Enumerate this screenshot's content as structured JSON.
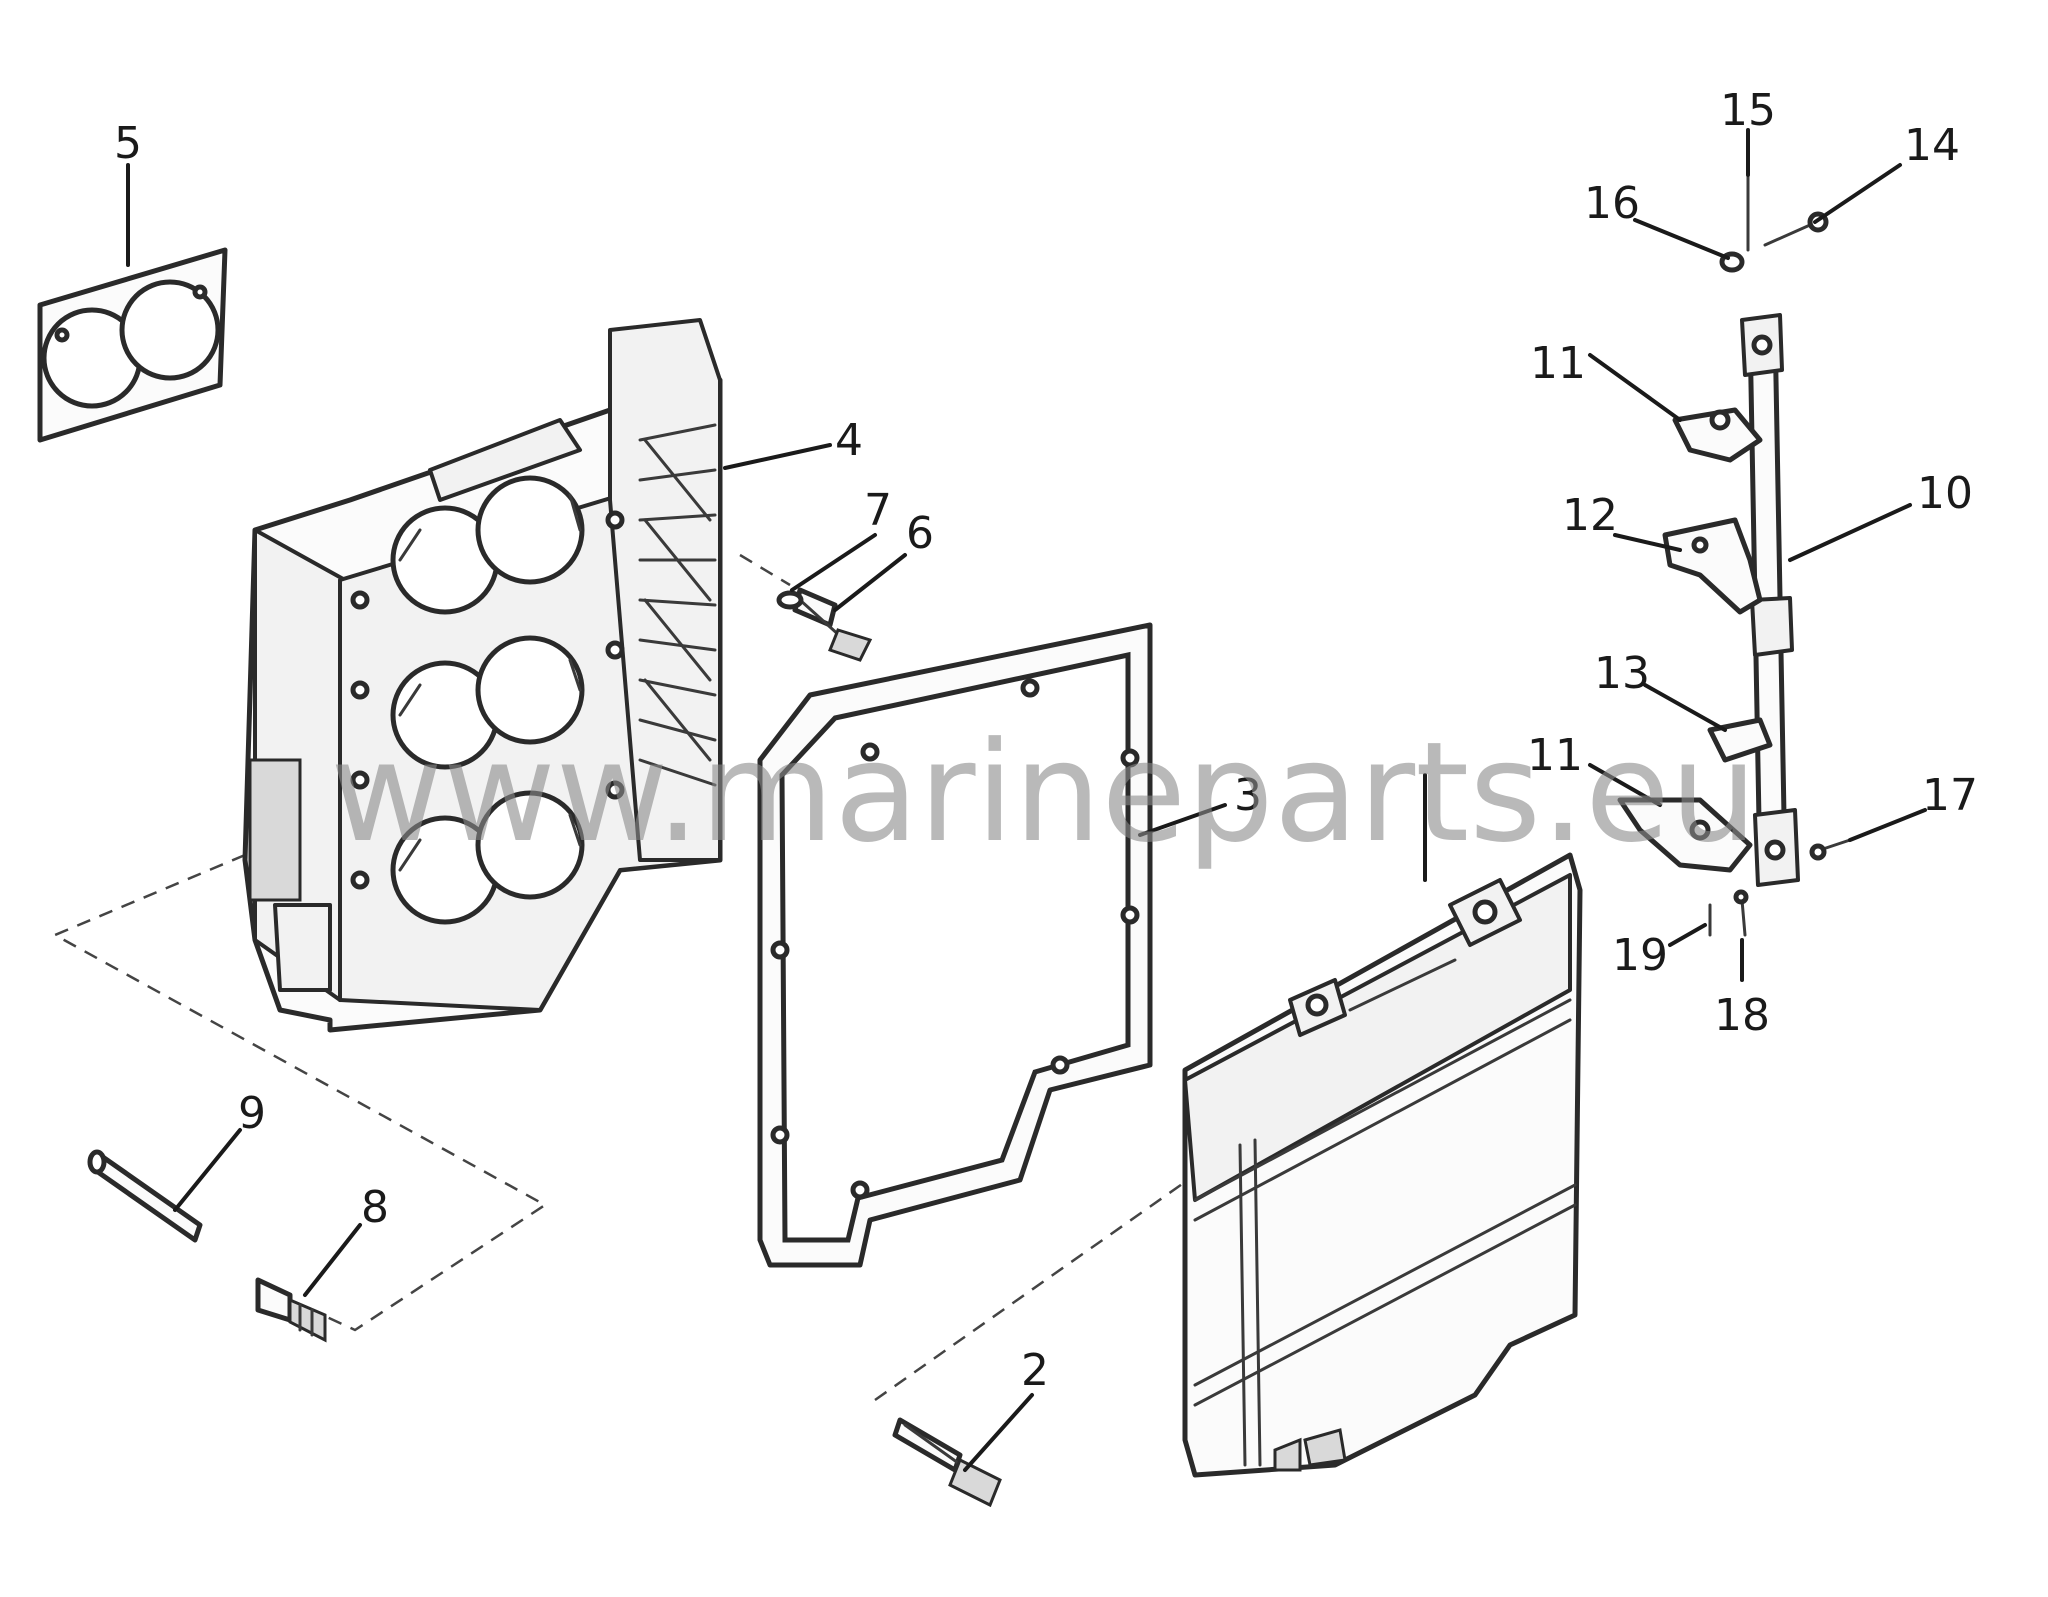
{
  "watermark": "www.marineparts.eu",
  "callouts": {
    "c2": "2",
    "c3": "3",
    "c4": "4",
    "c5": "5",
    "c6": "6",
    "c7": "7",
    "c8": "8",
    "c9": "9",
    "c10": "10",
    "c11a": "11",
    "c11b": "11",
    "c12": "12",
    "c13": "13",
    "c14": "14",
    "c15": "15",
    "c16": "16",
    "c17": "17",
    "c18": "18",
    "c19": "19"
  }
}
